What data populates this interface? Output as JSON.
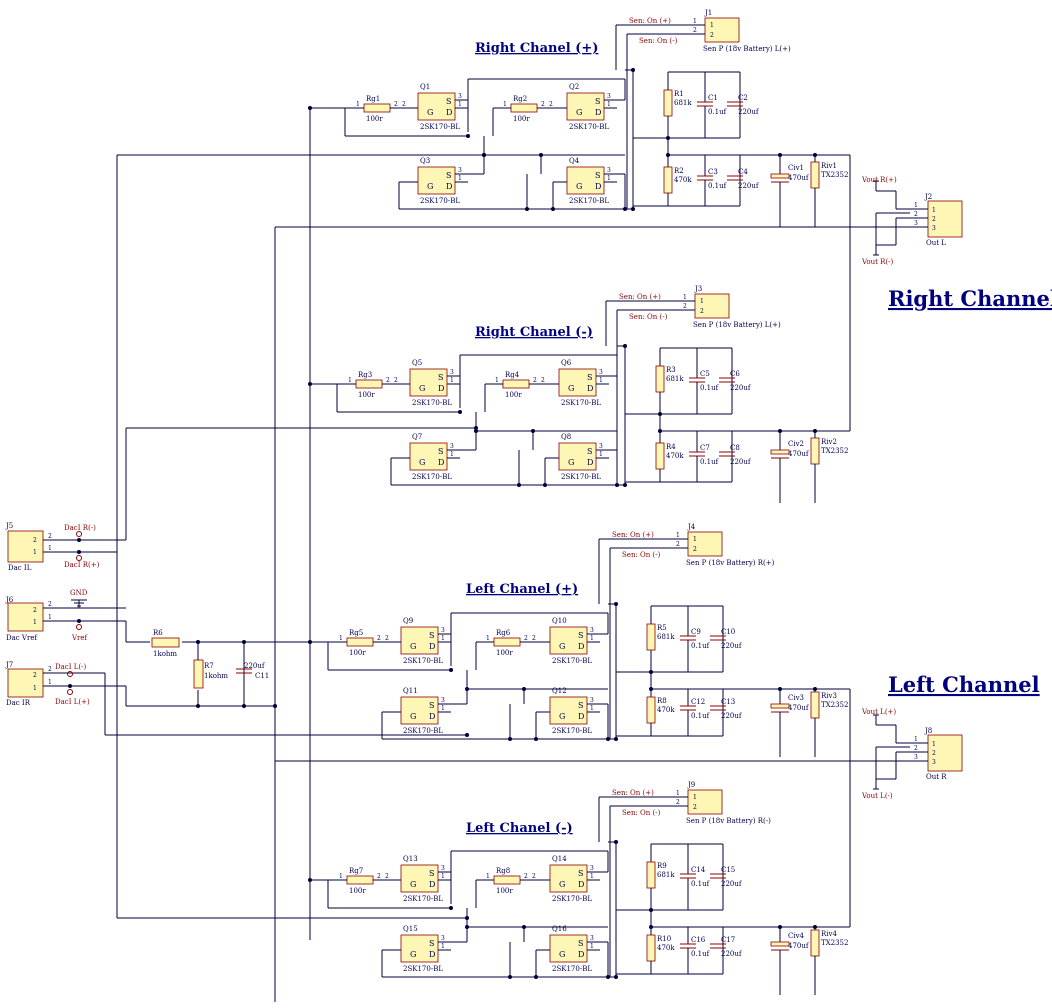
{
  "sections": {
    "right_plus": "Right Chanel (+)",
    "right_minus": "Right Chanel (-)",
    "left_plus": "Left Chanel (+)",
    "left_minus": "Left Chanel (-)"
  },
  "channel_labels": {
    "right": "Right Channel",
    "left": "Left Channel"
  },
  "sense_nets": {
    "plus": "Sen: On (+)",
    "minus": "Sen: On (-)"
  },
  "jfet_pins": {
    "source": "S",
    "gate": "G",
    "drain": "D"
  },
  "pin_numbers": {
    "p1": "1",
    "p2": "2",
    "p3": "3"
  },
  "jfet_value": "2SK170-BL",
  "stages": [
    {
      "rg_a": "Rg1",
      "rg_b": "Rg2",
      "q": [
        "Q1",
        "Q2",
        "Q3",
        "Q4"
      ],
      "sense": {
        "ref": "J1",
        "value": "Sen P (18v Battery) L(+)"
      },
      "r_top": {
        "ref": "R1",
        "value": "681k"
      },
      "r_bot": {
        "ref": "R2",
        "value": "470k"
      },
      "c_top_a": {
        "ref": "C1",
        "value": "0.1uf"
      },
      "c_top_b": {
        "ref": "C2",
        "value": "220uf"
      },
      "c_bot_a": {
        "ref": "C3",
        "value": "0.1uf"
      },
      "c_bot_b": {
        "ref": "C4",
        "value": "220uf"
      },
      "civ": {
        "ref": "Civ1",
        "value": "470uf"
      },
      "riv": {
        "ref": "Riv1",
        "value": "TX2352"
      }
    },
    {
      "rg_a": "Rg3",
      "rg_b": "Rg4",
      "q": [
        "Q5",
        "Q6",
        "Q7",
        "Q8"
      ],
      "sense": {
        "ref": "J3",
        "value": "Sen P (18v Battery) L(+)"
      },
      "r_top": {
        "ref": "R3",
        "value": "681k"
      },
      "r_bot": {
        "ref": "R4",
        "value": "470k"
      },
      "c_top_a": {
        "ref": "C5",
        "value": "0.1uf"
      },
      "c_top_b": {
        "ref": "C6",
        "value": "220uf"
      },
      "c_bot_a": {
        "ref": "C7",
        "value": "0.1uf"
      },
      "c_bot_b": {
        "ref": "C8",
        "value": "220uf"
      },
      "civ": {
        "ref": "Civ2",
        "value": "470uf"
      },
      "riv": {
        "ref": "Riv2",
        "value": "TX2352"
      }
    },
    {
      "rg_a": "Rg5",
      "rg_b": "Rg6",
      "q": [
        "Q9",
        "Q10",
        "Q11",
        "Q12"
      ],
      "sense": {
        "ref": "J4",
        "value": "Sen P (18v Battery) R(+)"
      },
      "r_top": {
        "ref": "R5",
        "value": "681k"
      },
      "r_bot": {
        "ref": "R8",
        "value": "470k"
      },
      "c_top_a": {
        "ref": "C9",
        "value": "0.1uf"
      },
      "c_top_b": {
        "ref": "C10",
        "value": "220uf"
      },
      "c_bot_a": {
        "ref": "C12",
        "value": "0.1uf"
      },
      "c_bot_b": {
        "ref": "C13",
        "value": "220uf"
      },
      "civ": {
        "ref": "Civ3",
        "value": "470uf"
      },
      "riv": {
        "ref": "Riv3",
        "value": "TX2352"
      }
    },
    {
      "rg_a": "Rg7",
      "rg_b": "Rg8",
      "q": [
        "Q13",
        "Q14",
        "Q15",
        "Q16"
      ],
      "sense": {
        "ref": "J9",
        "value": "Sen P (18v Battery) R(-)"
      },
      "r_top": {
        "ref": "R9",
        "value": "681k"
      },
      "r_bot": {
        "ref": "R10",
        "value": "470k"
      },
      "c_top_a": {
        "ref": "C14",
        "value": "0.1uf"
      },
      "c_top_b": {
        "ref": "C15",
        "value": "220uf"
      },
      "c_bot_a": {
        "ref": "C16",
        "value": "0.1uf"
      },
      "c_bot_b": {
        "ref": "C17",
        "value": "220uf"
      },
      "civ": {
        "ref": "Civ4",
        "value": "470uf"
      },
      "riv": {
        "ref": "Riv4",
        "value": "TX2352"
      }
    }
  ],
  "rg_value": "100r",
  "outputs": {
    "left": {
      "ref": "J2",
      "value": "Out L",
      "plus": "Vout R(+)",
      "minus": "Vout R(-)"
    },
    "right": {
      "ref": "J8",
      "value": "Out R",
      "plus": "Vout L(+)",
      "minus": "Vout L(-)"
    }
  },
  "inputs": {
    "j5": {
      "ref": "J5",
      "value": "Dac IL",
      "net_a": "DacI R(-)",
      "net_b": "DacI R(+)"
    },
    "j6": {
      "ref": "J6",
      "value": "Dac Vref",
      "gnd": "GND",
      "vref": "Vref"
    },
    "j7": {
      "ref": "J7",
      "value": "Dac IR",
      "net_a": "DacI L(-)",
      "net_b": "DacI L(+)"
    }
  },
  "vref_filter": {
    "r6": {
      "ref": "R6",
      "value": "1kohm"
    },
    "r7": {
      "ref": "R7",
      "value": "1kohm"
    },
    "c11": {
      "ref": "C11",
      "value": "220uf"
    }
  },
  "colors": {
    "wire": "#00003c",
    "part_fill": "#fdf6b4",
    "part_border": "#8b0000",
    "net_label": "#8b0000",
    "heading": "#00007f"
  }
}
